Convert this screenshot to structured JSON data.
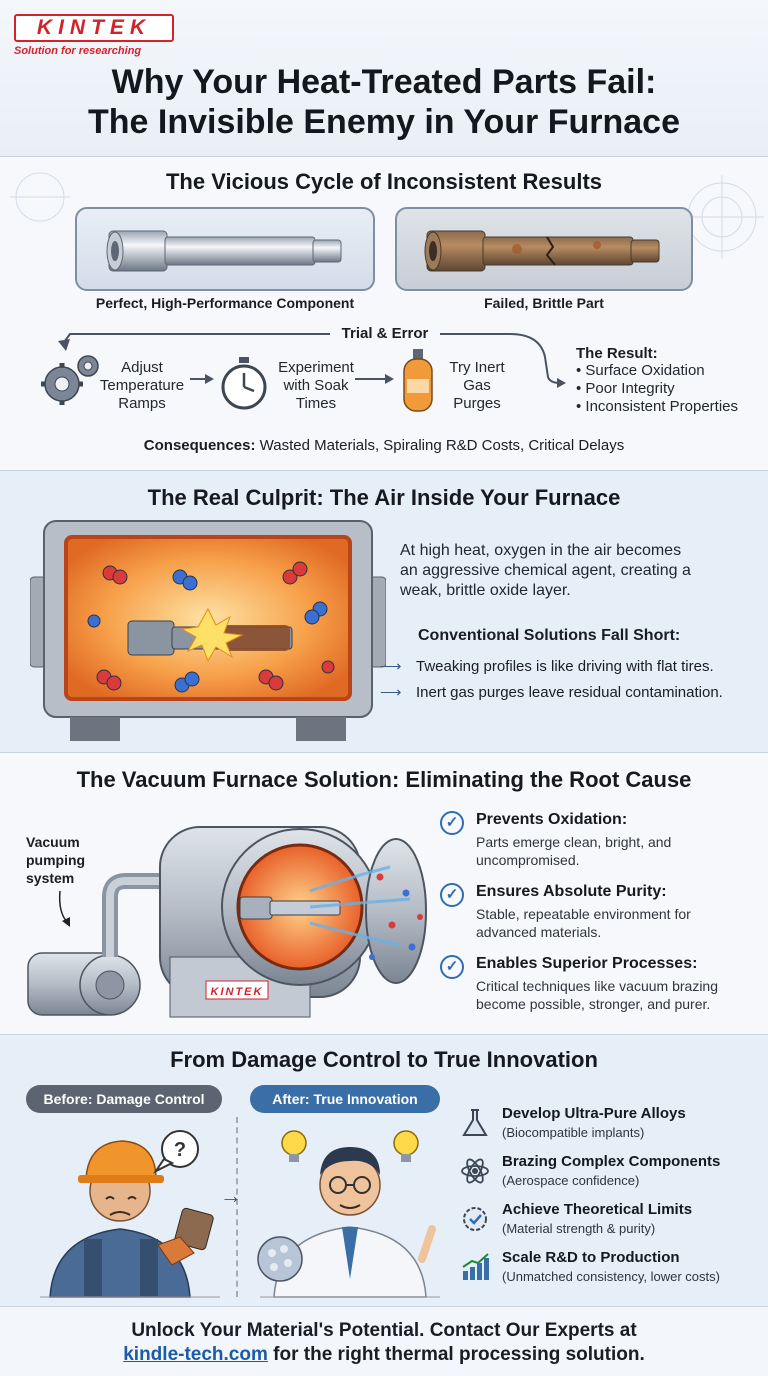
{
  "brand": {
    "logo": "KINTEK",
    "tagline": "Solution for researching"
  },
  "title": {
    "line1": "Why Your Heat-Treated Parts Fail:",
    "line2": "The Invisible Enemy in Your Furnace"
  },
  "cycle": {
    "heading": "The Vicious Cycle of Inconsistent Results",
    "good_part_label": "Perfect, High-Performance Component",
    "bad_part_label": "Failed, Brittle Part",
    "loop_label": "Trial & Error",
    "steps": [
      {
        "line1": "Adjust",
        "line2": "Temperature",
        "line3": "Ramps",
        "icon": "gears-icon"
      },
      {
        "line1": "Experiment",
        "line2": "with Soak",
        "line3": "Times",
        "icon": "stopwatch-icon"
      },
      {
        "line1": "Try Inert",
        "line2": "Gas",
        "line3": "Purges",
        "icon": "gas-cylinder-icon"
      }
    ],
    "result_title": "The Result:",
    "result_items": [
      "• Surface Oxidation",
      "• Poor Integrity",
      "• Inconsistent Properties"
    ],
    "consequences_label": "Consequences:",
    "consequences_text": "Wasted Materials, Spiraling R&D Costs, Critical Delays"
  },
  "culprit": {
    "heading": "The Real Culprit: The Air Inside Your Furnace",
    "description_lines": [
      "At high heat, oxygen in the air becomes",
      "an aggressive chemical agent, creating a",
      "weak, brittle oxide layer."
    ],
    "fall_short_title": "Conventional Solutions Fall Short:",
    "fall_short_items": [
      "Tweaking profiles is like driving with flat tires.",
      "Inert gas purges leave residual contamination."
    ]
  },
  "solution": {
    "heading": "The Vacuum Furnace Solution: Eliminating the Root Cause",
    "pump_label_lines": [
      "Vacuum",
      "pumping",
      "system"
    ],
    "furnace_brand": "KINTEK",
    "benefits": [
      {
        "title": "Prevents Oxidation:",
        "desc_lines": [
          "Parts emerge clean, bright, and",
          "uncompromised."
        ]
      },
      {
        "title": "Ensures Absolute Purity:",
        "desc_lines": [
          "Stable, repeatable environment for",
          "advanced materials."
        ]
      },
      {
        "title": "Enables Superior Processes:",
        "desc_lines": [
          "Critical techniques like vacuum brazing",
          "become possible, stronger, and purer."
        ]
      }
    ]
  },
  "innovation": {
    "heading": "From Damage Control to True Innovation",
    "before_label": "Before: Damage Control",
    "after_label": "After: True Innovation",
    "question_mark": "?",
    "items": [
      {
        "title": "Develop Ultra-Pure Alloys",
        "sub": "(Biocompatible implants)",
        "icon": "flask-icon"
      },
      {
        "title": "Brazing Complex Components",
        "sub": "(Aerospace confidence)",
        "icon": "atom-icon"
      },
      {
        "title": "Achieve Theoretical Limits",
        "sub": "(Material strength & purity)",
        "icon": "gear-check-icon"
      },
      {
        "title": "Scale R&D to Production",
        "sub": "(Unmatched consistency, lower costs)",
        "icon": "growth-chart-icon"
      }
    ]
  },
  "footer": {
    "line1": "Unlock Your Material's Potential. Contact Our Experts at",
    "link": "kindle-tech.com",
    "line2_rest": " for the right thermal processing solution."
  },
  "colors": {
    "brand_red": "#d2232a",
    "heat_orange": "#f08a2c",
    "check_blue": "#2f6db3",
    "pill_gray": "#5b6470",
    "pill_blue": "#3a6ea6"
  }
}
